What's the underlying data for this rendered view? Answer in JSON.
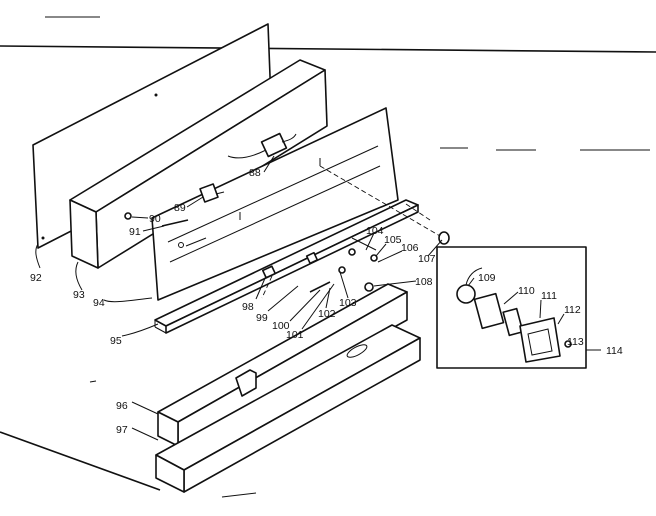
{
  "diagram": {
    "callouts": [
      "88",
      "89",
      "90",
      "91",
      "92",
      "93",
      "94",
      "95",
      "96",
      "97",
      "98",
      "99",
      "100",
      "101",
      "102",
      "103",
      "104",
      "105",
      "106",
      "107",
      "108",
      "109",
      "110",
      "111",
      "112",
      "113",
      "114"
    ]
  }
}
